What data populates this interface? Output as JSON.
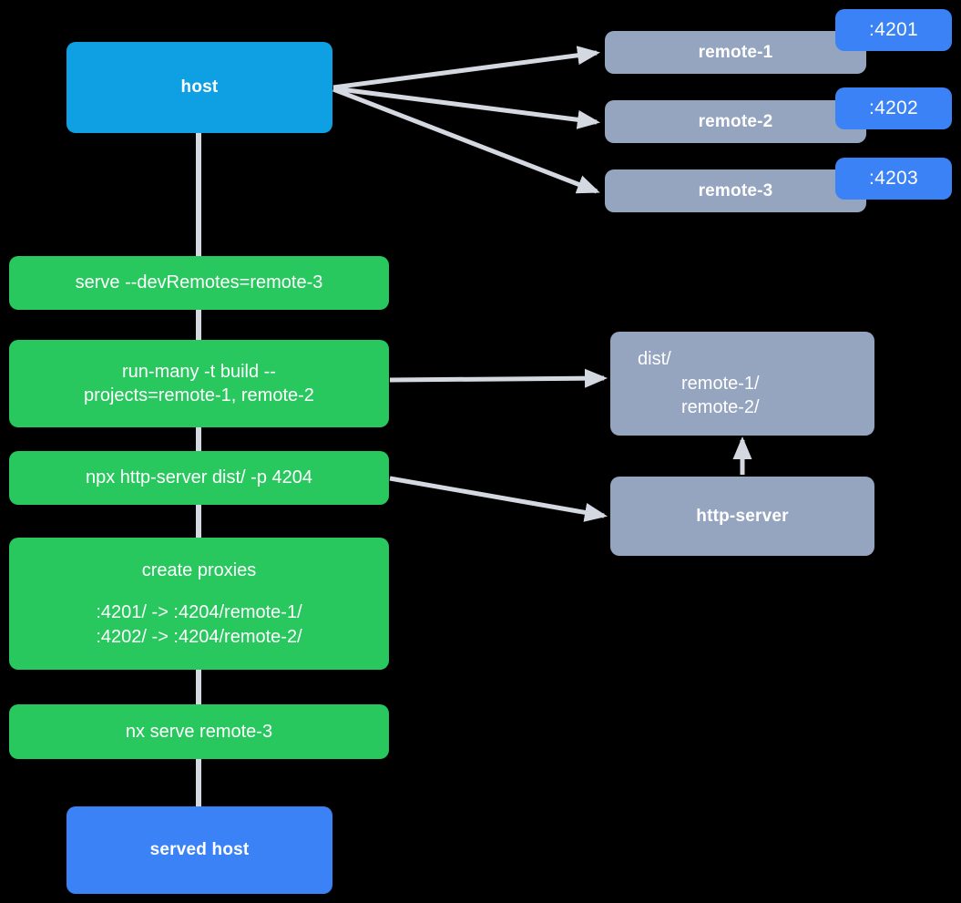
{
  "diagram": {
    "title": "Nx module federation dev-serve flow",
    "colors": {
      "background": "#000000",
      "host": "#0fa0e3",
      "served_host": "#3b82f6",
      "command": "#28c85f",
      "resource": "#95a5bf",
      "port_badge": "#3b82f6",
      "edge": "#d4d8e0",
      "text": "#ffffff"
    }
  },
  "nodes": {
    "host": {
      "label": "host"
    },
    "served_host": {
      "label": "served host"
    },
    "remotes": [
      {
        "label": "remote-1",
        "port": ":4201"
      },
      {
        "label": "remote-2",
        "port": ":4202"
      },
      {
        "label": "remote-3",
        "port": ":4203"
      }
    ],
    "commands": [
      {
        "id": "serve",
        "label": "serve --devRemotes=remote-3"
      },
      {
        "id": "run-many",
        "label": "run-many -t build --\nprojects=remote-1, remote-2"
      },
      {
        "id": "http-server-cmd",
        "label": "npx http-server dist/ -p 4204"
      },
      {
        "id": "create-proxies",
        "title": "create proxies",
        "lines": [
          ":4201/ -> :4204/remote-1/",
          ":4202/ -> :4204/remote-2/"
        ]
      },
      {
        "id": "nx-serve-remote-3",
        "label": "nx serve remote-3"
      }
    ],
    "dist": {
      "root": "dist/",
      "children": [
        "remote-1/",
        "remote-2/"
      ]
    },
    "http_server": {
      "label": "http-server"
    }
  },
  "edges": [
    {
      "from": "host",
      "to": "remote-1",
      "style": "arrow"
    },
    {
      "from": "host",
      "to": "remote-2",
      "style": "arrow"
    },
    {
      "from": "host",
      "to": "remote-3",
      "style": "arrow"
    },
    {
      "from": "host",
      "to": "serve",
      "style": "line"
    },
    {
      "from": "serve",
      "to": "run-many",
      "style": "line"
    },
    {
      "from": "run-many",
      "to": "dist",
      "style": "arrow"
    },
    {
      "from": "run-many",
      "to": "http-server-cmd",
      "style": "line"
    },
    {
      "from": "http-server-cmd",
      "to": "http-server",
      "style": "arrow"
    },
    {
      "from": "http-server-cmd",
      "to": "create-proxies",
      "style": "line"
    },
    {
      "from": "http-server",
      "to": "dist",
      "style": "arrow"
    },
    {
      "from": "create-proxies",
      "to": "nx-serve-remote-3",
      "style": "line"
    },
    {
      "from": "nx-serve-remote-3",
      "to": "served-host",
      "style": "line"
    }
  ]
}
